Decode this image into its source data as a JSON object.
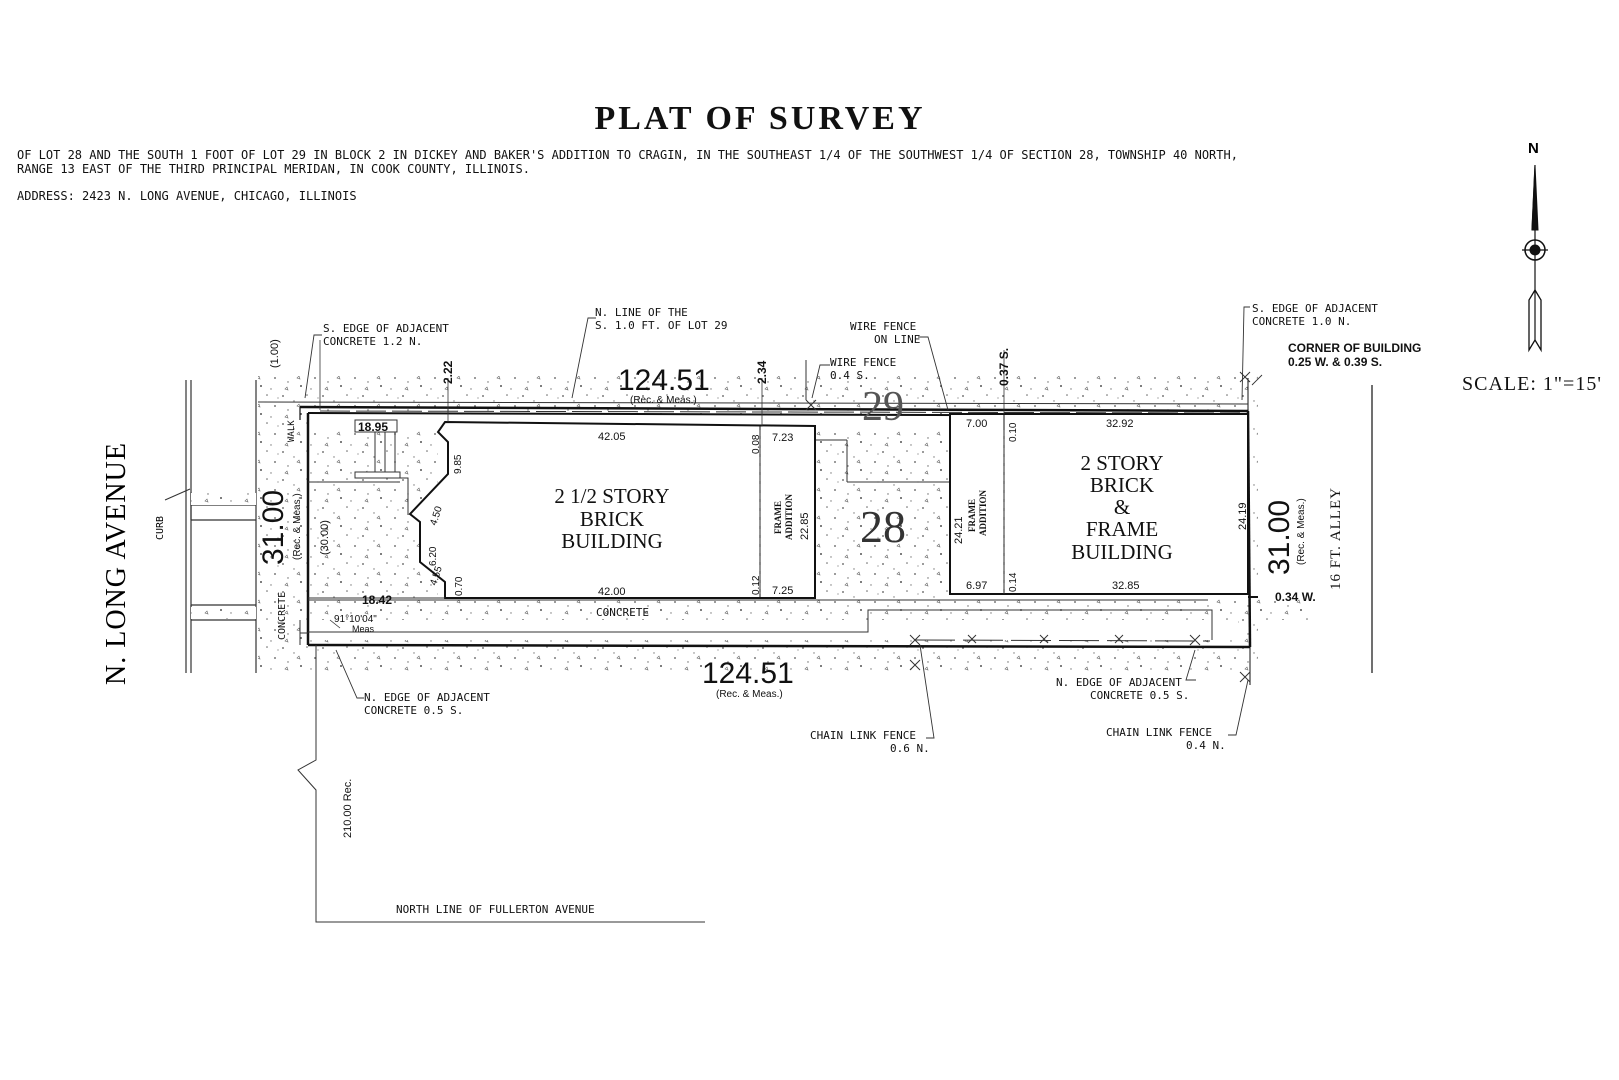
{
  "title": "PLAT OF SURVEY",
  "legal_line1": "OF LOT 28 AND THE SOUTH 1 FOOT OF LOT 29 IN BLOCK 2 IN DICKEY AND BAKER'S ADDITION TO CRAGIN, IN THE SOUTHEAST 1/4 OF THE SOUTHWEST 1/4 OF SECTION 28, TOWNSHIP 40 NORTH,",
  "legal_line2": "RANGE 13 EAST OF THE THIRD PRINCIPAL MERIDAN, IN COOK COUNTY, ILLINOIS.",
  "address": "ADDRESS: 2423 N. LONG AVENUE, CHICAGO, ILLINOIS",
  "scale": "SCALE:  1\"=15'",
  "north_label": "N",
  "street": "N. LONG AVENUE",
  "curb": "CURB",
  "walk": "WALK",
  "concrete_v": "CONCRETE",
  "concrete_h": "CONCRETE",
  "alley": "16 FT. ALLEY",
  "fullerton": "NORTH LINE OF FULLERTON AVENUE",
  "dim_210": "210.00 Rec.",
  "lot28": "28",
  "lot29": "29",
  "dims": {
    "north_total": "124.51",
    "north_total_note": "(Rec. & Meas.)",
    "south_total": "124.51",
    "south_total_note": "(Rec. & Meas.)",
    "west_total": "31.00",
    "west_total_note": "(Rec. & Meas.)",
    "east_total": "31.00",
    "east_total_note": "(Rec. & Meas.)",
    "west_30": "(30.00)",
    "west_100": "(1.00)",
    "d222": "2.22",
    "d234": "2.34",
    "d037": "0.37 S.",
    "d1895": "18.95",
    "d1842": "18.42",
    "d4205": "42.05",
    "d4200": "42.00",
    "d008": "0.08",
    "d012": "0.12",
    "d723": "7.23",
    "d725": "7.25",
    "d2285": "22.85",
    "d985": "9.85",
    "d450": "4.50",
    "d620": "6.20",
    "d455": "4.55",
    "d070": "0.70",
    "d700": "7.00",
    "d010": "0.10",
    "d3292": "32.92",
    "d2421": "24.21",
    "d2419": "24.19",
    "d697": "6.97",
    "d014": "0.14",
    "d3285": "32.85",
    "d034": "0.34 W.",
    "angle": "91°10'04\"",
    "angle_note": "Meas"
  },
  "building1": [
    "2  1/2  STORY",
    "BRICK",
    "BUILDING"
  ],
  "building2": [
    "2  STORY",
    "BRICK",
    "&",
    "FRAME",
    "BUILDING"
  ],
  "frame_addition": [
    "FRAME",
    "ADDITION"
  ],
  "notes": {
    "s_edge_w_1": "S. EDGE OF ADJACENT",
    "s_edge_w_2": "CONCRETE 1.2 N.",
    "nline_1": "N. LINE OF THE",
    "nline_2": "S. 1.0 FT. OF LOT 29",
    "wire_on_1": "WIRE FENCE",
    "wire_on_2": "ON LINE",
    "wire_04_1": "WIRE FENCE",
    "wire_04_2": "0.4 S.",
    "s_edge_e_1": "S. EDGE OF ADJACENT",
    "s_edge_e_2": "CONCRETE 1.0 N.",
    "corner_1": "CORNER OF BUILDING",
    "corner_2": "0.25 W. & 0.39 S.",
    "n_edge_w_1": "N. EDGE OF ADJACENT",
    "n_edge_w_2": "CONCRETE 0.5 S.",
    "n_edge_e_1": "N. EDGE OF ADJACENT",
    "n_edge_e_2": "CONCRETE 0.5 S.",
    "chain_06_1": "CHAIN LINK FENCE",
    "chain_06_2": "0.6 N.",
    "chain_04_1": "CHAIN LINK FENCE",
    "chain_04_2": "0.4 N."
  }
}
